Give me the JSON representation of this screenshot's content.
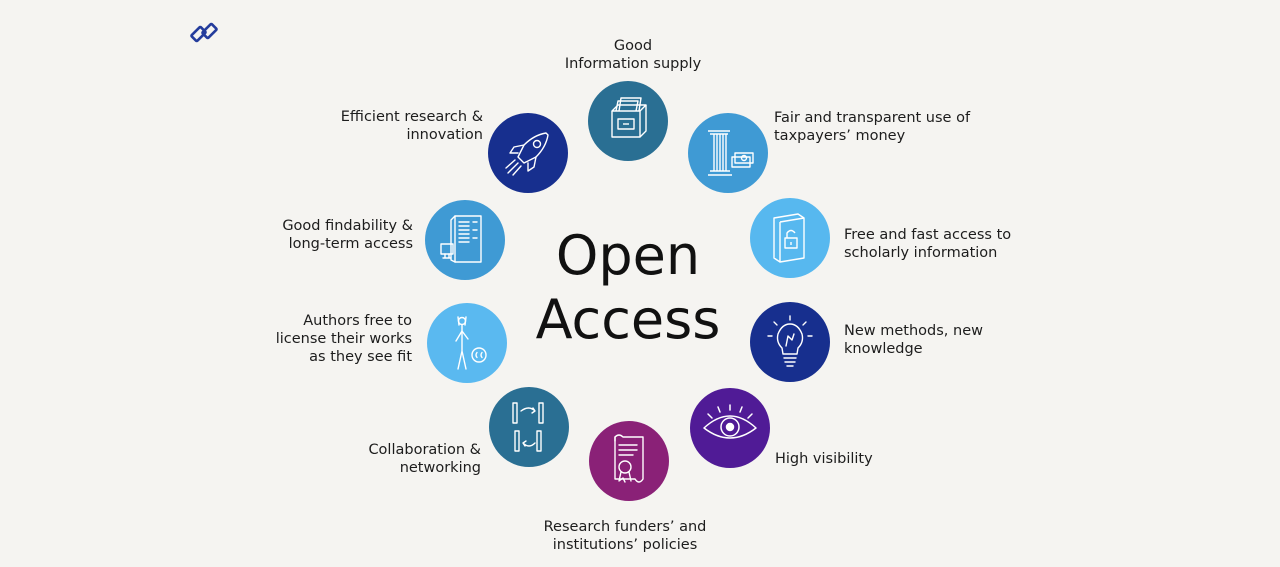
{
  "logo": {
    "icon": "chain-link-icon",
    "color": "#243c9c"
  },
  "center": {
    "line1": "Open",
    "line2": "Access"
  },
  "nodes": [
    {
      "id": "information-supply",
      "icon": "card-file-drawer-icon",
      "color": "#2a6f93",
      "label_lines": [
        "Good",
        "Information supply"
      ]
    },
    {
      "id": "taxpayers-money",
      "icon": "column-and-money-icon",
      "color": "#3f9ad4",
      "label_lines": [
        "Fair and transparent use of",
        "taxpayers’ money"
      ]
    },
    {
      "id": "free-fast-access",
      "icon": "open-book-lock-icon",
      "color": "#57b8ef",
      "label_lines": [
        "Free and fast access to",
        "scholarly information"
      ]
    },
    {
      "id": "new-methods",
      "icon": "light-bulb-icon",
      "color": "#172f8e",
      "label_lines": [
        "New methods, new",
        "knowledge"
      ]
    },
    {
      "id": "high-visibility",
      "icon": "eye-icon",
      "color": "#501b96",
      "label_lines": [
        "High visibility"
      ]
    },
    {
      "id": "funders-policies",
      "icon": "scroll-with-seal-icon",
      "color": "#8a2177",
      "label_lines": [
        "Research funders’ and",
        "institutions’ policies"
      ]
    },
    {
      "id": "collaboration",
      "icon": "exchange-arrows-icon",
      "color": "#2a6f93",
      "label_lines": [
        "Collaboration &",
        "networking"
      ]
    },
    {
      "id": "authors-license",
      "icon": "person-creative-commons-icon",
      "color": "#5ab9f0",
      "label_lines": [
        "Authors free to",
        "license their works",
        "as they see fit"
      ]
    },
    {
      "id": "findability",
      "icon": "archive-server-icon",
      "color": "#3f9ad4",
      "label_lines": [
        "Good findability &",
        "long-term access"
      ]
    },
    {
      "id": "efficient-research",
      "icon": "rocket-icon",
      "color": "#172f8e",
      "label_lines": [
        "Efficient research &",
        "innovation"
      ]
    }
  ]
}
